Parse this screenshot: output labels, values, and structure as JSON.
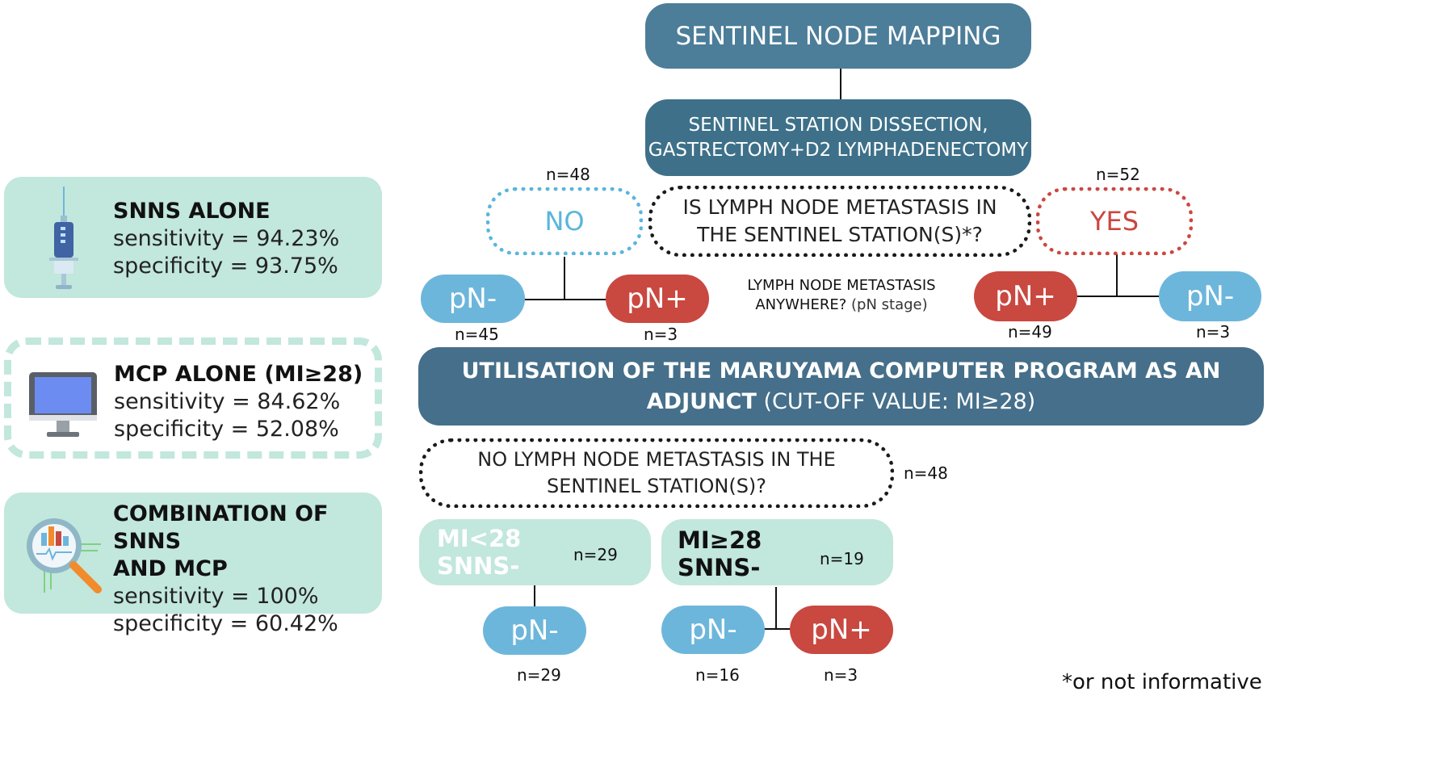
{
  "panels": {
    "snns": {
      "title": "SNNS ALONE",
      "sensitivity": "sensitivity = 94.23%",
      "specificity": "specificity = 93.75%",
      "icon": "syringe-icon"
    },
    "mcp": {
      "title": "MCP ALONE (MI≥28)",
      "sensitivity": "sensitivity = 84.62%",
      "specificity": "specificity = 52.08%",
      "icon": "monitor-icon"
    },
    "combo": {
      "title_line1": "COMBINATION OF SNNS",
      "title_line2": "AND MCP",
      "sensitivity": "sensitivity = 100%",
      "specificity": "specificity = 60.42%",
      "icon": "magnifier-chart-icon"
    }
  },
  "flow": {
    "mapping": "SENTINEL NODE MAPPING",
    "dissection_line1": "SENTINEL STATION DISSECTION,",
    "dissection_line2": "GASTRECTOMY+D2 LYMPHADENECTOMY",
    "question_line1": "IS LYMPH NODE METASTASIS IN",
    "question_line2": "THE SENTINEL STATION(S)*?",
    "no": "NO",
    "yes": "YES",
    "n_no": "n=48",
    "n_yes": "n=52",
    "anywhere_line1": "LYMPH NODE METASTASIS",
    "anywhere_line2": "ANYWHERE?",
    "anywhere_suffix": "(pN stage)",
    "left_pneg": "pN-",
    "left_pneg_n": "n=45",
    "left_ppos": "pN+",
    "left_ppos_n": "n=3",
    "right_ppos": "pN+",
    "right_ppos_n": "n=49",
    "right_pneg": "pN-",
    "right_pneg_n": "n=3",
    "mcp_line1": "UTILISATION OF THE MARUYAMA COMPUTER PROGRAM AS AN",
    "mcp_line2_bold": "ADJUNCT",
    "mcp_line2_rest": "(CUT-OFF VALUE: MI≥28)",
    "noq_line1": "NO LYMPH NODE METASTASIS IN THE",
    "noq_line2": "SENTINEL STATION(S)?",
    "noq_n": "n=48",
    "lt_line1": "MI<28",
    "lt_line2": "SNNS-",
    "lt_n": "n=29",
    "ge_line1": "MI≥28",
    "ge_line2": "SNNS-",
    "ge_n": "n=19",
    "lt_pneg": "pN-",
    "lt_pneg_n": "n=29",
    "ge_pneg": "pN-",
    "ge_pneg_n": "n=16",
    "ge_ppos": "pN+",
    "ge_ppos_n": "n=3"
  },
  "footnote": "*or not informative",
  "colors": {
    "mint": "#c2e7dc",
    "navy": "#456f8a",
    "dark": "#3e7189",
    "blue": "#6db6db",
    "red": "#c94840"
  }
}
